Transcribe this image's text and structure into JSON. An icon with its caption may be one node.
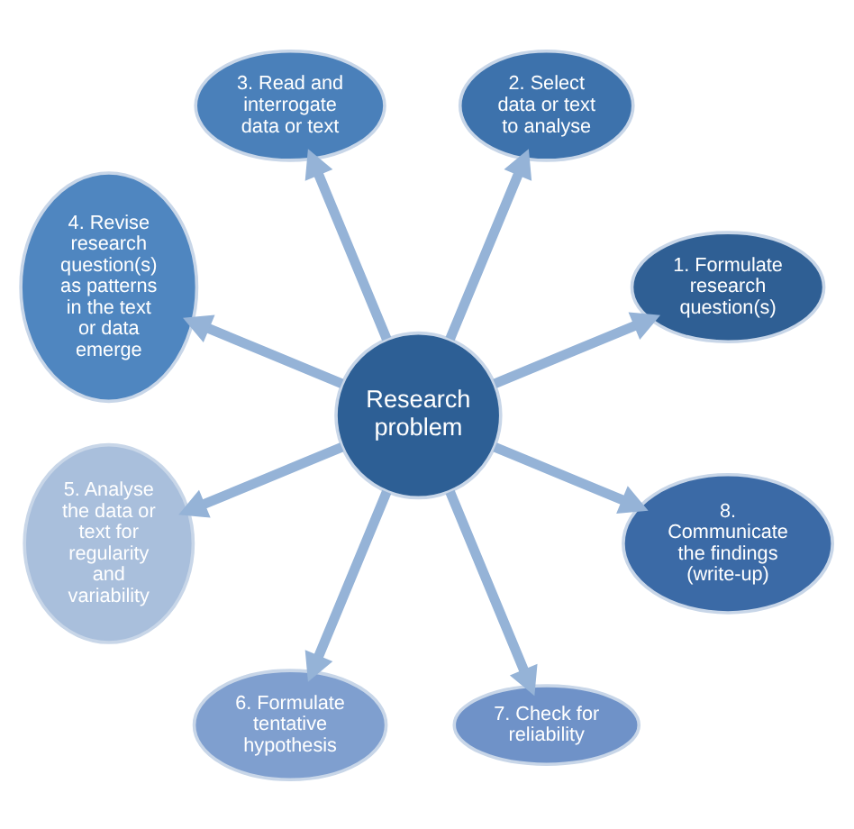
{
  "diagram": {
    "nodes": [
      {
        "text": [
          "Research problem"
        ]
      },
      {
        "text": [
          "1. Formulate research question(s)"
        ]
      },
      {
        "text": [
          "2. Select data or text to analyse"
        ]
      },
      {
        "text": [
          "3. Read and interrogate data or text"
        ]
      },
      {
        "text": [
          "4. Revise research question(s) as patterns in the text or data emerge"
        ]
      },
      {
        "text": [
          "5. Analyse the data or text for regularity and variability"
        ]
      },
      {
        "text": [
          "6. Formulate tentative hypothesis"
        ]
      },
      {
        "text": [
          "7. Check for reliability"
        ]
      },
      {
        "text": [
          "8. Communicate the findings (write-up)"
        ]
      }
    ],
    "edges": [
      {
        "from": 0,
        "to": 1,
        "arrow": "to"
      },
      {
        "from": 0,
        "to": 2,
        "arrow": "to"
      },
      {
        "from": 0,
        "to": 3,
        "arrow": "to"
      },
      {
        "from": 0,
        "to": 4,
        "arrow": "to"
      },
      {
        "from": 0,
        "to": 5,
        "arrow": "to"
      },
      {
        "from": 0,
        "to": 6,
        "arrow": "to"
      },
      {
        "from": 0,
        "to": 7,
        "arrow": "to"
      },
      {
        "from": 0,
        "to": 8,
        "arrow": "to"
      }
    ]
  }
}
